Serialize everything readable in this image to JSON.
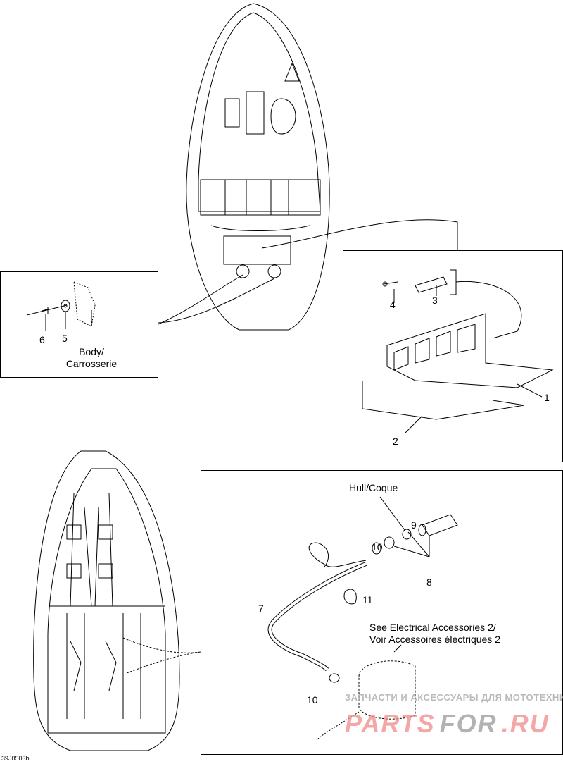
{
  "diagram": {
    "code": "39J0503b",
    "body_label": "Body/\nCarrosserie",
    "hull_label": "Hull/Coque",
    "note": "See Electrical Accessories 2/\nVoir Accessoires électriques 2",
    "parts": [
      "1",
      "2",
      "3",
      "4",
      "5",
      "6",
      "7",
      "8",
      "9",
      "10",
      "10",
      "11"
    ]
  },
  "watermark": {
    "line1": "ЗАПЧАСТИ И АКСЕССУАРЫ ДЛЯ МОТОТЕХНИКИ",
    "logo_a": "PARTS",
    "logo_b": "FOR",
    "logo_c": ".RU"
  }
}
